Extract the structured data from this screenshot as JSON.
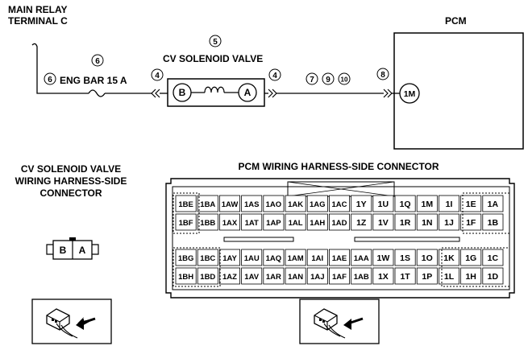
{
  "labels": {
    "main_relay_line1": "MAIN RELAY",
    "main_relay_line2": "TERMINAL C",
    "pcm": "PCM",
    "fuse_label": "ENG BAR 15 A",
    "valve_title": "CV SOLENOID VALVE",
    "valve_pin_b": "B",
    "valve_pin_a": "A",
    "pcm_pin": "1M",
    "cv_connector_line1": "CV SOLENOID VALVE",
    "cv_connector_line2": "WIRING HARNESS-SIDE",
    "cv_connector_line3": "CONNECTOR",
    "pcm_connector_title": "PCM WIRING HARNESS-SIDE CONNECTOR",
    "small_conn_b": "B",
    "small_conn_a": "A"
  },
  "callouts": {
    "c6a": "6",
    "c6b": "6",
    "c5": "5",
    "c4a": "4",
    "c4b": "4",
    "c7": "7",
    "c9": "9",
    "c10": "10",
    "c8": "8"
  },
  "pcm_connector": {
    "rows": [
      [
        "1BE",
        "1BA",
        "1AW",
        "1AS",
        "1AO",
        "1AK",
        "1AG",
        "1AC",
        "1Y",
        "1U",
        "1Q",
        "1M",
        "1I",
        "1E",
        "1A"
      ],
      [
        "1BF",
        "1BB",
        "1AX",
        "1AT",
        "1AP",
        "1AL",
        "1AH",
        "1AD",
        "1Z",
        "1V",
        "1R",
        "1N",
        "1J",
        "1F",
        "1B"
      ],
      [
        "1BG",
        "1BC",
        "1AY",
        "1AU",
        "1AQ",
        "1AM",
        "1AI",
        "1AE",
        "1AA",
        "1W",
        "1S",
        "1O",
        "1K",
        "1G",
        "1C"
      ],
      [
        "1BH",
        "1BD",
        "1AZ",
        "1AV",
        "1AR",
        "1AN",
        "1AJ",
        "1AF",
        "1AB",
        "1X",
        "1T",
        "1P",
        "1L",
        "1H",
        "1D"
      ]
    ]
  }
}
